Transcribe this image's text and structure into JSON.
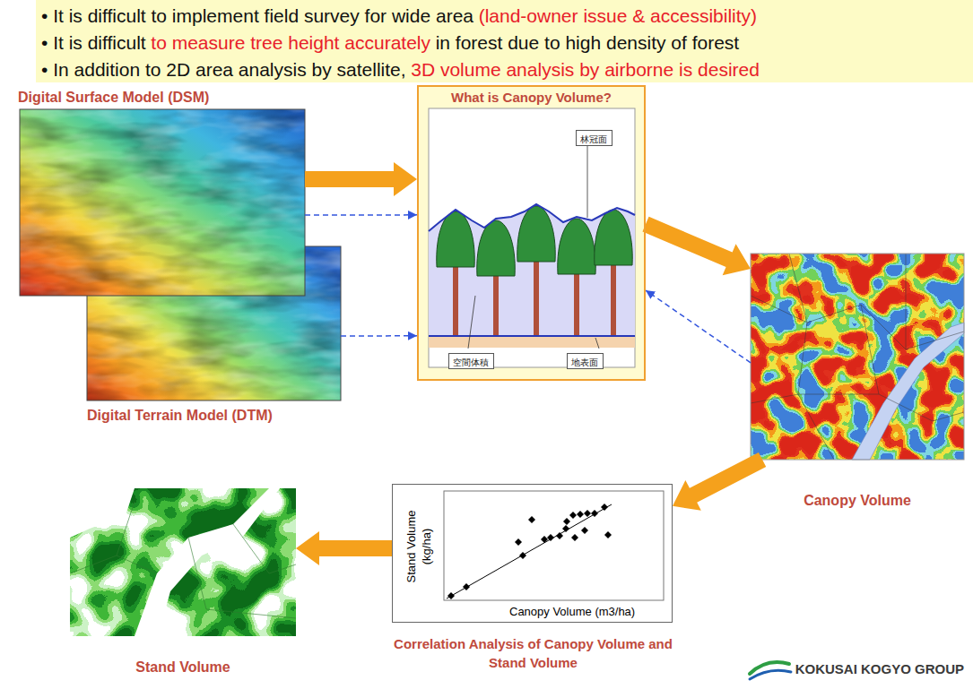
{
  "diagram": {
    "nodes": [
      {
        "text": [
          "• It is difficult to implement field survey for wide area",
          "(land-owner issue & accessibility)",
          "• It is difficult",
          "to measure tree height accurately",
          "in forest due to high density of forest",
          "• In addition to 2D area analysis by satellite,",
          "3D volume analysis by airborne is desired"
        ]
      },
      {
        "text": [
          "Digital Surface Model (DSM)"
        ]
      },
      {
        "text": [
          "Digital Terrain Model (DTM)"
        ]
      },
      {
        "text": [
          "What is Canopy Volume?"
        ]
      },
      {
        "text": [
          "林冠面"
        ],
        "in": 3
      },
      {
        "text": [
          "空間体積"
        ],
        "in": 3
      },
      {
        "text": [
          "地表面"
        ],
        "in": 3
      },
      {
        "text": [
          "Canopy Volume"
        ]
      },
      {
        "text": [
          "Stand Volume (kg/ha)",
          "Canopy Volume (m3/ha)",
          "Correlation Analysis of Canopy Volume and Stand Volume"
        ]
      },
      {
        "text": [
          "Stand Volume"
        ]
      }
    ],
    "edges": [
      {
        "from": 1,
        "to": 3,
        "arrow": "to"
      },
      {
        "from": 3,
        "to": 7,
        "arrow": "to"
      },
      {
        "from": 7,
        "to": 8,
        "arrow": "to"
      },
      {
        "from": 8,
        "to": 9,
        "arrow": "to"
      },
      {
        "from": 1,
        "to": 3,
        "arrow": "to"
      },
      {
        "from": 2,
        "to": 3,
        "arrow": "to"
      },
      {
        "from": 7,
        "to": 3,
        "arrow": "to"
      }
    ],
    "labels": [
      "KOKUSAI KOGYO GROUP"
    ]
  }
}
